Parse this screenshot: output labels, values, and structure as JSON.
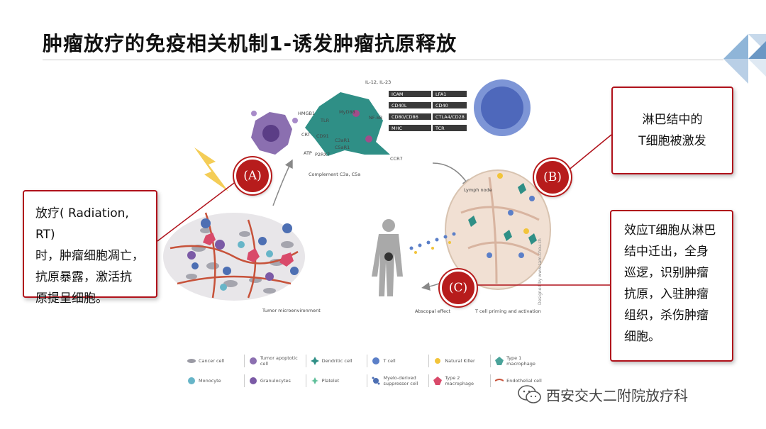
{
  "title": "肿瘤放疗的免疫相关机制1-诱发肿瘤抗原释放",
  "badges": {
    "a": "(A)",
    "b": "(B)",
    "c": "(C)"
  },
  "callouts": {
    "left": [
      "放疗( Radiation, RT)",
      "时，肿瘤细胞凋亡，",
      "抗原暴露，激活抗",
      "原提呈细胞。"
    ],
    "b": [
      "淋巴结中的",
      "T细胞被激发"
    ],
    "c": [
      "效应T细胞从淋巴",
      "结中迁出，全身",
      "巡逻，识别肿瘤",
      "抗原，入驻肿瘤",
      "组织，杀伤肿瘤",
      "细胞。"
    ]
  },
  "diagram_labels": {
    "il": "IL-12, IL-23",
    "hmgb1": "HMGB1",
    "tlr": "TLR",
    "myd88": "MyD88",
    "nfkb": "NF-kB",
    "crt": "CRT",
    "cd91": "CD91",
    "atp": "ATP",
    "p2rx7": "P2RX7",
    "c3ar1": "C3aR1",
    "c5ar1": "C5aR1",
    "ccr7": "CCR7",
    "complement": "Complement C3a, C5a",
    "icam": "ICAM",
    "lfa1": "LFA1",
    "cd40l": "CD40L",
    "cd40": "CD40",
    "cd80": "CD80/CD86",
    "ctla4": "CTLA4/CD28",
    "mhc": "MHC",
    "tcr": "TCR",
    "lymph_node": "Lymph node",
    "tumor_micro": "Tumor microenvironment",
    "abscopal": "Abscopal effect",
    "priming": "T cell priming and activation"
  },
  "legend": {
    "row1": [
      "Cancer cell",
      "Tumor apoptotic cell",
      "Dendritic cell",
      "T cell",
      "Natural Killer",
      "Type 1 macrophage"
    ],
    "row2": [
      "Monocyte",
      "Granulocytes",
      "Platelet",
      "Myelo-derived suppressor cell",
      "Type 2 macrophage",
      "Endothelial cell"
    ]
  },
  "credit": "Designed by www.sam-chou.ch",
  "watermark": "西安交大二附院放疗科",
  "colors": {
    "accent": "#b71c1c",
    "dendritic": "#2f8f86",
    "tcell": "#5b7fc8",
    "apoptotic": "#8b6fb0"
  }
}
